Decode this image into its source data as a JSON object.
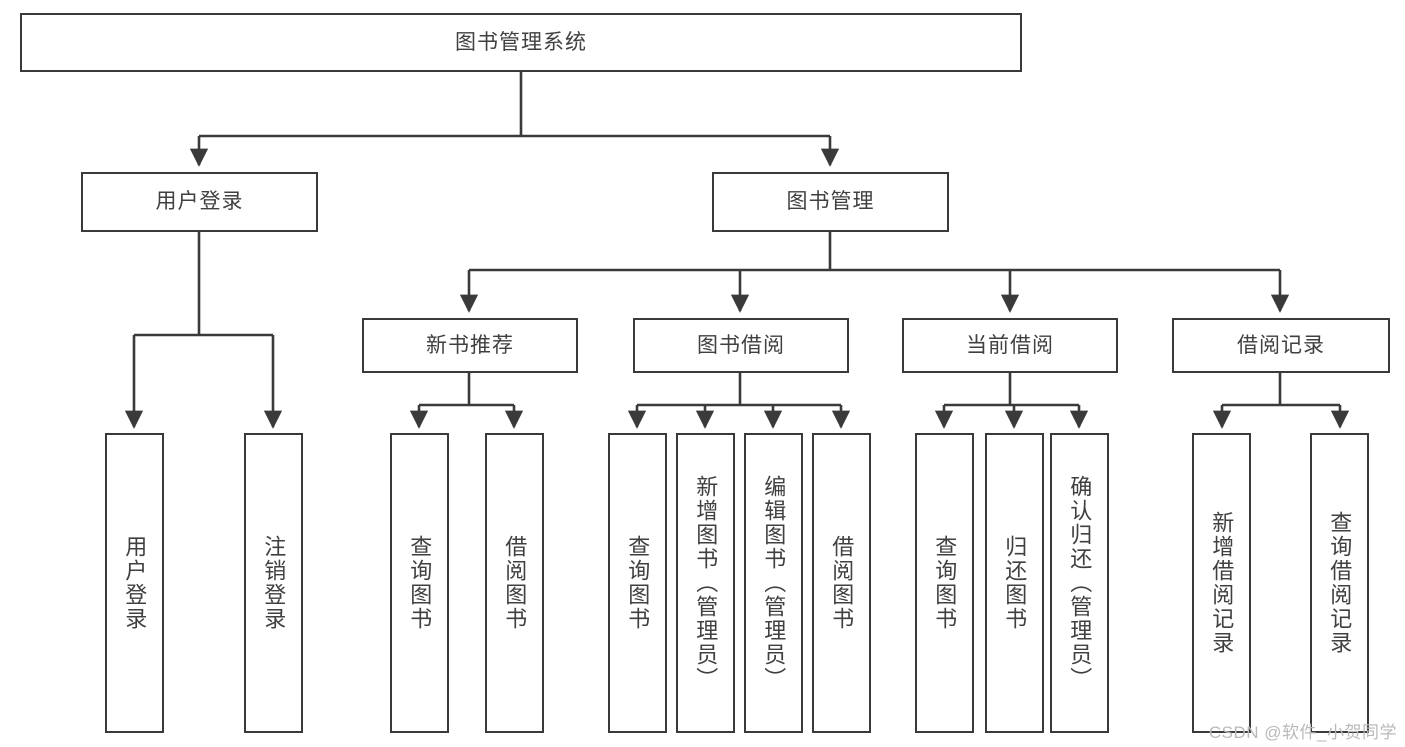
{
  "diagram": {
    "title": "图书管理系统",
    "type": "tree-hierarchy",
    "orientation": "top-down",
    "colors": {
      "background": "#ffffff",
      "box_border": "#3a3a3a",
      "box_fill": "#ffffff",
      "text": "#404040",
      "edge": "#3a3a3a",
      "watermark": "#b9b9b9"
    },
    "watermark": "CSDN @软件_小贺同学"
  },
  "nodes": {
    "root": {
      "label": "图书管理系统"
    },
    "level1": [
      {
        "id": "user-login",
        "label": "用户登录"
      },
      {
        "id": "book-manage",
        "label": "图书管理"
      }
    ],
    "level2": [
      {
        "id": "new-book-recommend",
        "label": "新书推荐"
      },
      {
        "id": "book-borrow",
        "label": "图书借阅"
      },
      {
        "id": "current-borrow",
        "label": "当前借阅"
      },
      {
        "id": "borrow-record",
        "label": "借阅记录"
      }
    ],
    "leaves": {
      "user_login": [
        {
          "id": "leaf-user-login",
          "label": "用户登录"
        },
        {
          "id": "leaf-user-logout",
          "label": "注销登录"
        }
      ],
      "new_book_recommend": [
        {
          "id": "leaf-query-book-1",
          "label": "查询图书"
        },
        {
          "id": "leaf-borrow-book-1",
          "label": "借阅图书"
        }
      ],
      "book_borrow": [
        {
          "id": "leaf-query-book-2",
          "label": "查询图书"
        },
        {
          "id": "leaf-add-book",
          "label": "新增图书（管理员）"
        },
        {
          "id": "leaf-edit-book",
          "label": "编辑图书（管理员）"
        },
        {
          "id": "leaf-borrow-book-2",
          "label": "借阅图书"
        }
      ],
      "current_borrow": [
        {
          "id": "leaf-query-book-3",
          "label": "查询图书"
        },
        {
          "id": "leaf-return-book",
          "label": "归还图书"
        },
        {
          "id": "leaf-confirm-return",
          "label": "确认归还（管理员）"
        }
      ],
      "borrow_record": [
        {
          "id": "leaf-add-record",
          "label": "新增借阅记录"
        },
        {
          "id": "leaf-query-record",
          "label": "查询借阅记录"
        }
      ]
    }
  }
}
